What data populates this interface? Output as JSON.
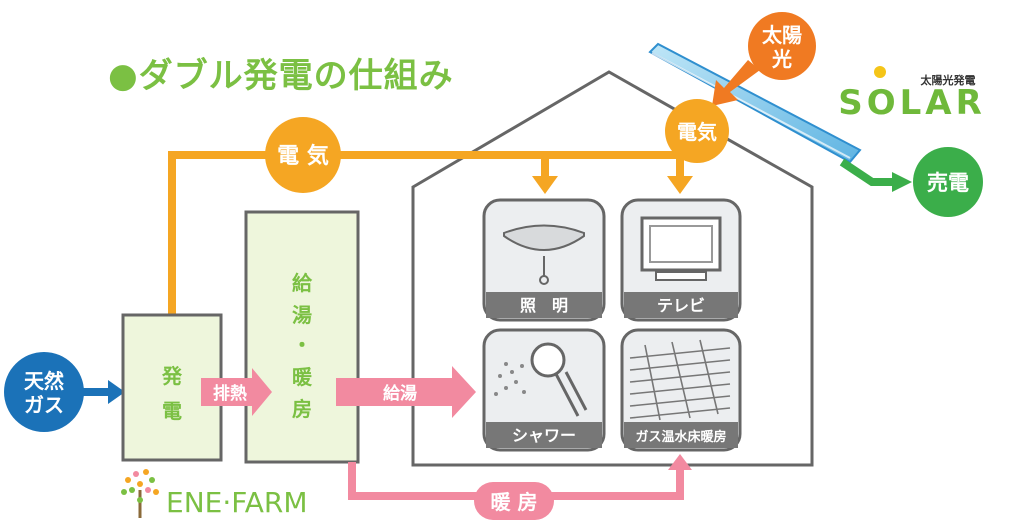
{
  "title": "●ダブル発電の仕組み",
  "circles": {
    "sun": [
      "太陽",
      "光"
    ],
    "denki_main": "電 気",
    "denki_panel": "電気",
    "baiden": "売電",
    "tennen_gas": [
      "天然",
      "ガス"
    ],
    "danbo_bottom": "暖 房"
  },
  "units": {
    "generator": [
      "発",
      "電"
    ],
    "hot_water": [
      "給",
      "湯",
      "・",
      "暖",
      "房"
    ]
  },
  "arrows": {
    "exhaust_heat": "排熱",
    "hot_water_supply": "給湯"
  },
  "appliances": {
    "lighting": "照　明",
    "tv": "テレビ",
    "shower": "シャワー",
    "floor_heating": "ガス温水床暖房"
  },
  "logos": {
    "solar_sub": "太陽光発電",
    "solar_main": "SOLAR",
    "enefarm": "ENE·FARM"
  },
  "colors": {
    "orange": "#f5a623",
    "sun_orange": "#f07a22",
    "green": "#3bae4a",
    "blue": "#1b72b8",
    "pink": "#f28aa0",
    "title_green": "#7bc043"
  }
}
